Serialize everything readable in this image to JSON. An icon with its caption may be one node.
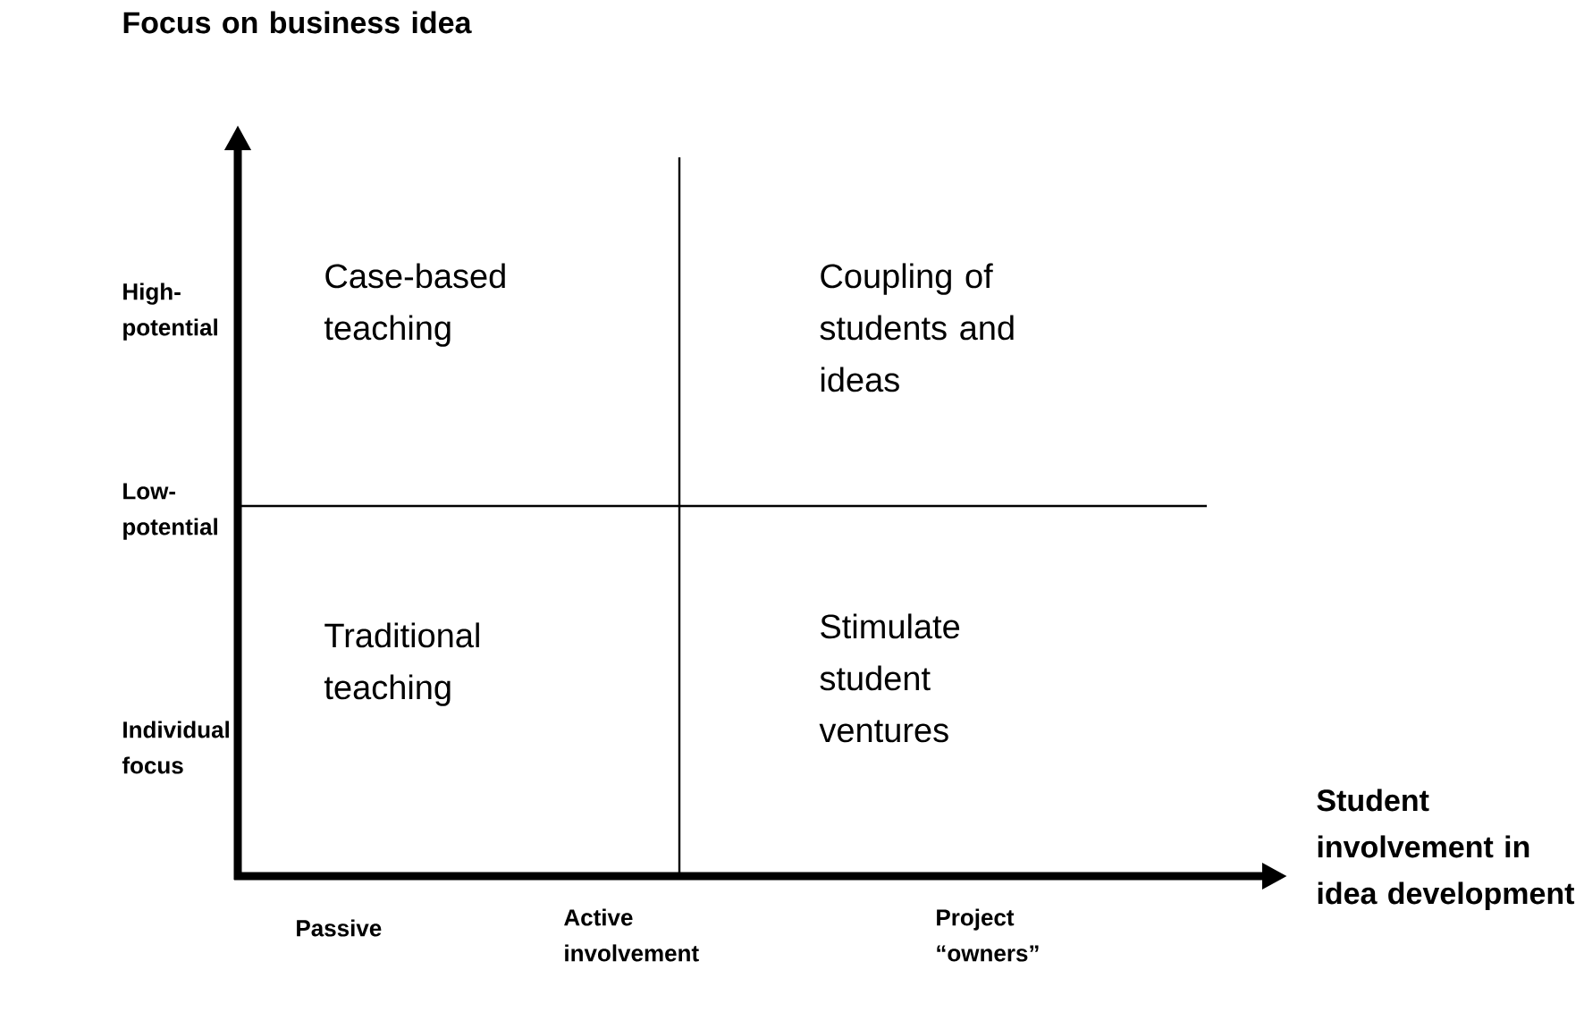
{
  "diagram": {
    "labels": [
      "Focus on business idea",
      "High-potential",
      "Case-based teaching",
      "Coupling of students and ideas",
      "Low-potential",
      "Traditional teaching",
      "Stimulate student ventures",
      "Individual focus",
      "Student involvement in idea development",
      "Passive",
      "Active involvement",
      "Project “owners”"
    ]
  }
}
